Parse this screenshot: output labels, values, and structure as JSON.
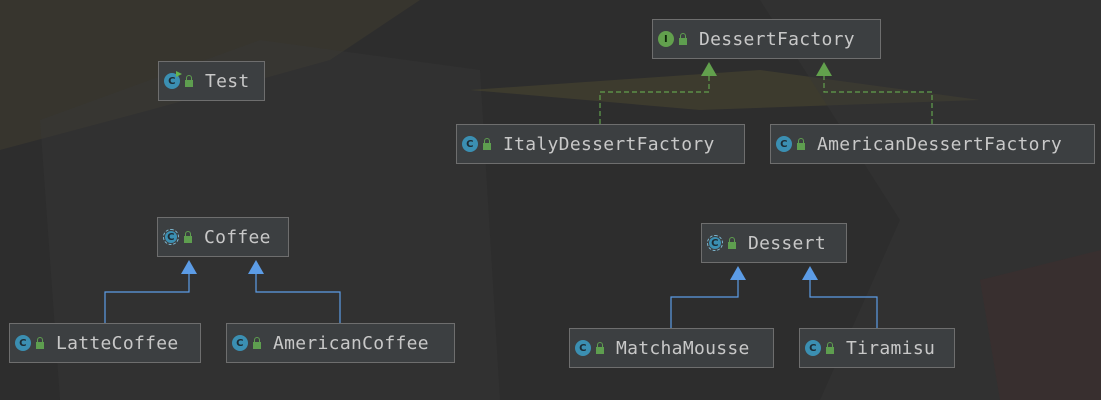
{
  "diagram": {
    "nodes": [
      {
        "id": "test",
        "label": "Test",
        "kind": "class-runnable"
      },
      {
        "id": "dessert-factory",
        "label": "DessertFactory",
        "kind": "interface"
      },
      {
        "id": "italy-dessert-factory",
        "label": "ItalyDessertFactory",
        "kind": "class"
      },
      {
        "id": "american-dessert-factory",
        "label": "AmericanDessertFactory",
        "kind": "class"
      },
      {
        "id": "coffee",
        "label": "Coffee",
        "kind": "abstract-class"
      },
      {
        "id": "latte-coffee",
        "label": "LatteCoffee",
        "kind": "class"
      },
      {
        "id": "american-coffee",
        "label": "AmericanCoffee",
        "kind": "class"
      },
      {
        "id": "dessert",
        "label": "Dessert",
        "kind": "abstract-class"
      },
      {
        "id": "matcha-mousse",
        "label": "MatchaMousse",
        "kind": "class"
      },
      {
        "id": "tiramisu",
        "label": "Tiramisu",
        "kind": "class"
      }
    ],
    "edges": [
      {
        "from": "italy-dessert-factory",
        "to": "dessert-factory",
        "type": "implements"
      },
      {
        "from": "american-dessert-factory",
        "to": "dessert-factory",
        "type": "implements"
      },
      {
        "from": "latte-coffee",
        "to": "coffee",
        "type": "extends"
      },
      {
        "from": "american-coffee",
        "to": "coffee",
        "type": "extends"
      },
      {
        "from": "matcha-mousse",
        "to": "dessert",
        "type": "extends"
      },
      {
        "from": "tiramisu",
        "to": "dessert",
        "type": "extends"
      }
    ],
    "badges": {
      "class": "C",
      "interface": "I"
    },
    "colors": {
      "background": "#2d2d2d",
      "node_fill": "#3c3f41",
      "node_border": "#6e6e6e",
      "text": "#c8c8c8",
      "implements_edge": "#62a04d",
      "extends_edge": "#5c9ce6",
      "class_badge": "#3b8fb2",
      "interface_badge": "#62a04d"
    }
  }
}
